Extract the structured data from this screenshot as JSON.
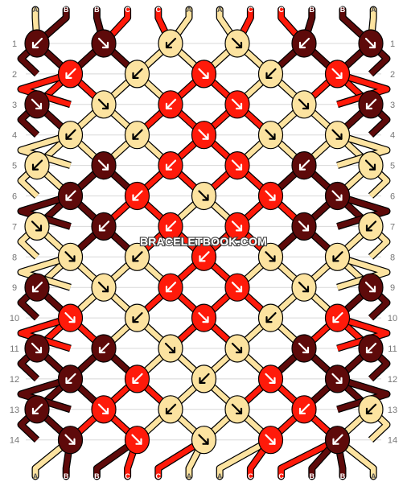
{
  "watermark": "BRACELETBOOK.COM",
  "colors": {
    "A": "#FCE3A0",
    "B": "#5E0A0A",
    "C": "#FF1A0A",
    "stroke": "#000000",
    "guideline": "#D8D8D8",
    "label_text": "#777777"
  },
  "pattern": {
    "strand_count": 12,
    "row_count": 14,
    "top_strand_labels": [
      "A",
      "B",
      "B",
      "C",
      "C",
      "A",
      "A",
      "C",
      "C",
      "B",
      "B",
      "A"
    ],
    "bottom_strand_labels": [
      "A",
      "B",
      "B",
      "C",
      "C",
      "A",
      "A",
      "C",
      "C",
      "B",
      "B",
      "A"
    ],
    "row_labels": [
      "1",
      "2",
      "3",
      "4",
      "5",
      "6",
      "7",
      "8",
      "9",
      "10",
      "11",
      "12",
      "13",
      "14"
    ],
    "knots": [
      [
        {
          "color": "B",
          "arrow": "left"
        },
        {
          "color": "B",
          "arrow": "right"
        },
        {
          "color": "A",
          "arrow": "left"
        },
        {
          "color": "A",
          "arrow": "right"
        },
        {
          "color": "B",
          "arrow": "left"
        },
        {
          "color": "B",
          "arrow": "right"
        }
      ],
      [
        {
          "color": "C",
          "arrow": "left"
        },
        {
          "color": "A",
          "arrow": "left"
        },
        {
          "color": "C",
          "arrow": "right"
        },
        {
          "color": "A",
          "arrow": "left"
        },
        {
          "color": "C",
          "arrow": "right"
        }
      ],
      [
        {
          "color": "B",
          "arrow": "right"
        },
        {
          "color": "A",
          "arrow": "right"
        },
        {
          "color": "C",
          "arrow": "left"
        },
        {
          "color": "C",
          "arrow": "right"
        },
        {
          "color": "A",
          "arrow": "right"
        },
        {
          "color": "B",
          "arrow": "left"
        }
      ],
      [
        {
          "color": "A",
          "arrow": "left"
        },
        {
          "color": "A",
          "arrow": "left"
        },
        {
          "color": "C",
          "arrow": "right"
        },
        {
          "color": "A",
          "arrow": "right"
        },
        {
          "color": "A",
          "arrow": "right"
        }
      ],
      [
        {
          "color": "A",
          "arrow": "left"
        },
        {
          "color": "B",
          "arrow": "right"
        },
        {
          "color": "C",
          "arrow": "left"
        },
        {
          "color": "C",
          "arrow": "right"
        },
        {
          "color": "B",
          "arrow": "left"
        },
        {
          "color": "A",
          "arrow": "right"
        }
      ],
      [
        {
          "color": "B",
          "arrow": "left"
        },
        {
          "color": "C",
          "arrow": "left"
        },
        {
          "color": "A",
          "arrow": "right"
        },
        {
          "color": "C",
          "arrow": "right"
        },
        {
          "color": "B",
          "arrow": "right"
        }
      ],
      [
        {
          "color": "A",
          "arrow": "right"
        },
        {
          "color": "B",
          "arrow": "left"
        },
        {
          "color": "C",
          "arrow": "left"
        },
        {
          "color": "C",
          "arrow": "right"
        },
        {
          "color": "B",
          "arrow": "right"
        },
        {
          "color": "A",
          "arrow": "left"
        }
      ],
      [
        {
          "color": "A",
          "arrow": "right"
        },
        {
          "color": "A",
          "arrow": "left"
        },
        {
          "color": "C",
          "arrow": "left"
        },
        {
          "color": "A",
          "arrow": "right"
        },
        {
          "color": "A",
          "arrow": "left"
        }
      ],
      [
        {
          "color": "B",
          "arrow": "left"
        },
        {
          "color": "A",
          "arrow": "right"
        },
        {
          "color": "C",
          "arrow": "left"
        },
        {
          "color": "C",
          "arrow": "right"
        },
        {
          "color": "A",
          "arrow": "right"
        },
        {
          "color": "B",
          "arrow": "right"
        }
      ],
      [
        {
          "color": "C",
          "arrow": "right"
        },
        {
          "color": "A",
          "arrow": "left"
        },
        {
          "color": "C",
          "arrow": "right"
        },
        {
          "color": "A",
          "arrow": "left"
        },
        {
          "color": "C",
          "arrow": "left"
        }
      ],
      [
        {
          "color": "B",
          "arrow": "right"
        },
        {
          "color": "B",
          "arrow": "left"
        },
        {
          "color": "A",
          "arrow": "right"
        },
        {
          "color": "A",
          "arrow": "right"
        },
        {
          "color": "B",
          "arrow": "right"
        },
        {
          "color": "B",
          "arrow": "left"
        }
      ],
      [
        {
          "color": "B",
          "arrow": "left"
        },
        {
          "color": "C",
          "arrow": "left"
        },
        {
          "color": "A",
          "arrow": "left"
        },
        {
          "color": "C",
          "arrow": "right"
        },
        {
          "color": "B",
          "arrow": "right"
        }
      ],
      [
        {
          "color": "B",
          "arrow": "left"
        },
        {
          "color": "C",
          "arrow": "right"
        },
        {
          "color": "A",
          "arrow": "left"
        },
        {
          "color": "A",
          "arrow": "right"
        },
        {
          "color": "C",
          "arrow": "left"
        },
        {
          "color": "A",
          "arrow": "left"
        }
      ],
      [
        {
          "color": "B",
          "arrow": "right"
        },
        {
          "color": "C",
          "arrow": "right"
        },
        {
          "color": "A",
          "arrow": "right"
        },
        {
          "color": "C",
          "arrow": "right"
        },
        {
          "color": "B",
          "arrow": "left"
        }
      ]
    ]
  }
}
